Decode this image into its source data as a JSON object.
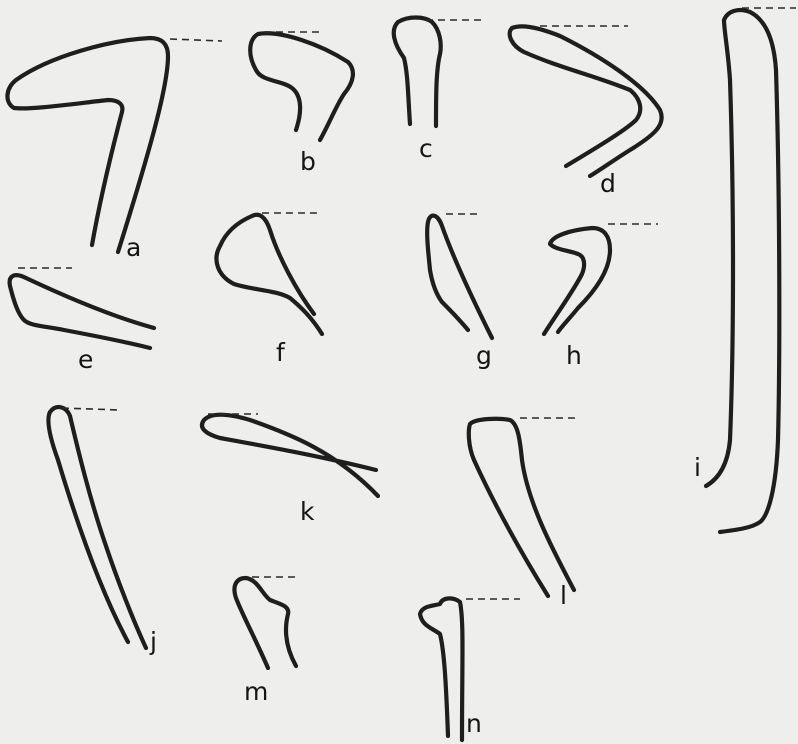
{
  "figure": {
    "background": "#eeeeec",
    "stroke_color": "#1e1e1e",
    "panels": [
      {
        "id": "a",
        "label": "a"
      },
      {
        "id": "b",
        "label": "b"
      },
      {
        "id": "c",
        "label": "c"
      },
      {
        "id": "d",
        "label": "d"
      },
      {
        "id": "e",
        "label": "e"
      },
      {
        "id": "f",
        "label": "f"
      },
      {
        "id": "g",
        "label": "g"
      },
      {
        "id": "h",
        "label": "h"
      },
      {
        "id": "i",
        "label": "i"
      },
      {
        "id": "j",
        "label": "j"
      },
      {
        "id": "k",
        "label": "k"
      },
      {
        "id": "l",
        "label": "l"
      },
      {
        "id": "m",
        "label": "m"
      },
      {
        "id": "n",
        "label": "n"
      }
    ]
  }
}
